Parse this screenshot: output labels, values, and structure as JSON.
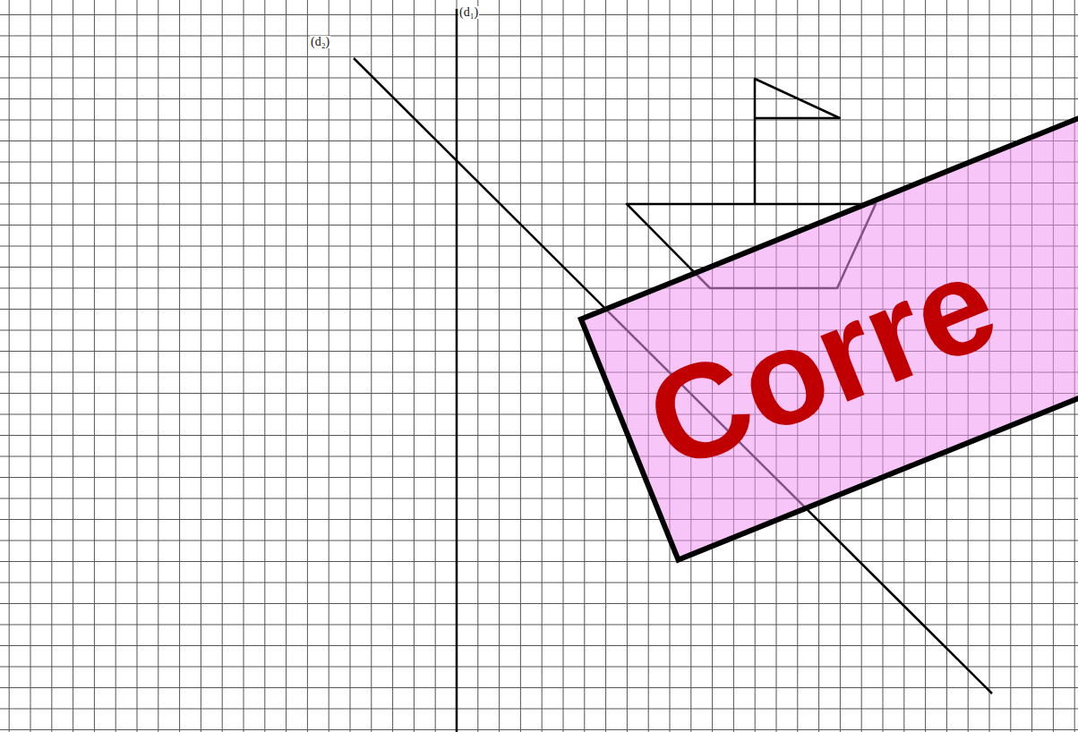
{
  "diagram": {
    "labels": [
      "(d₁)",
      "(d₂)",
      "Corre"
    ]
  }
}
